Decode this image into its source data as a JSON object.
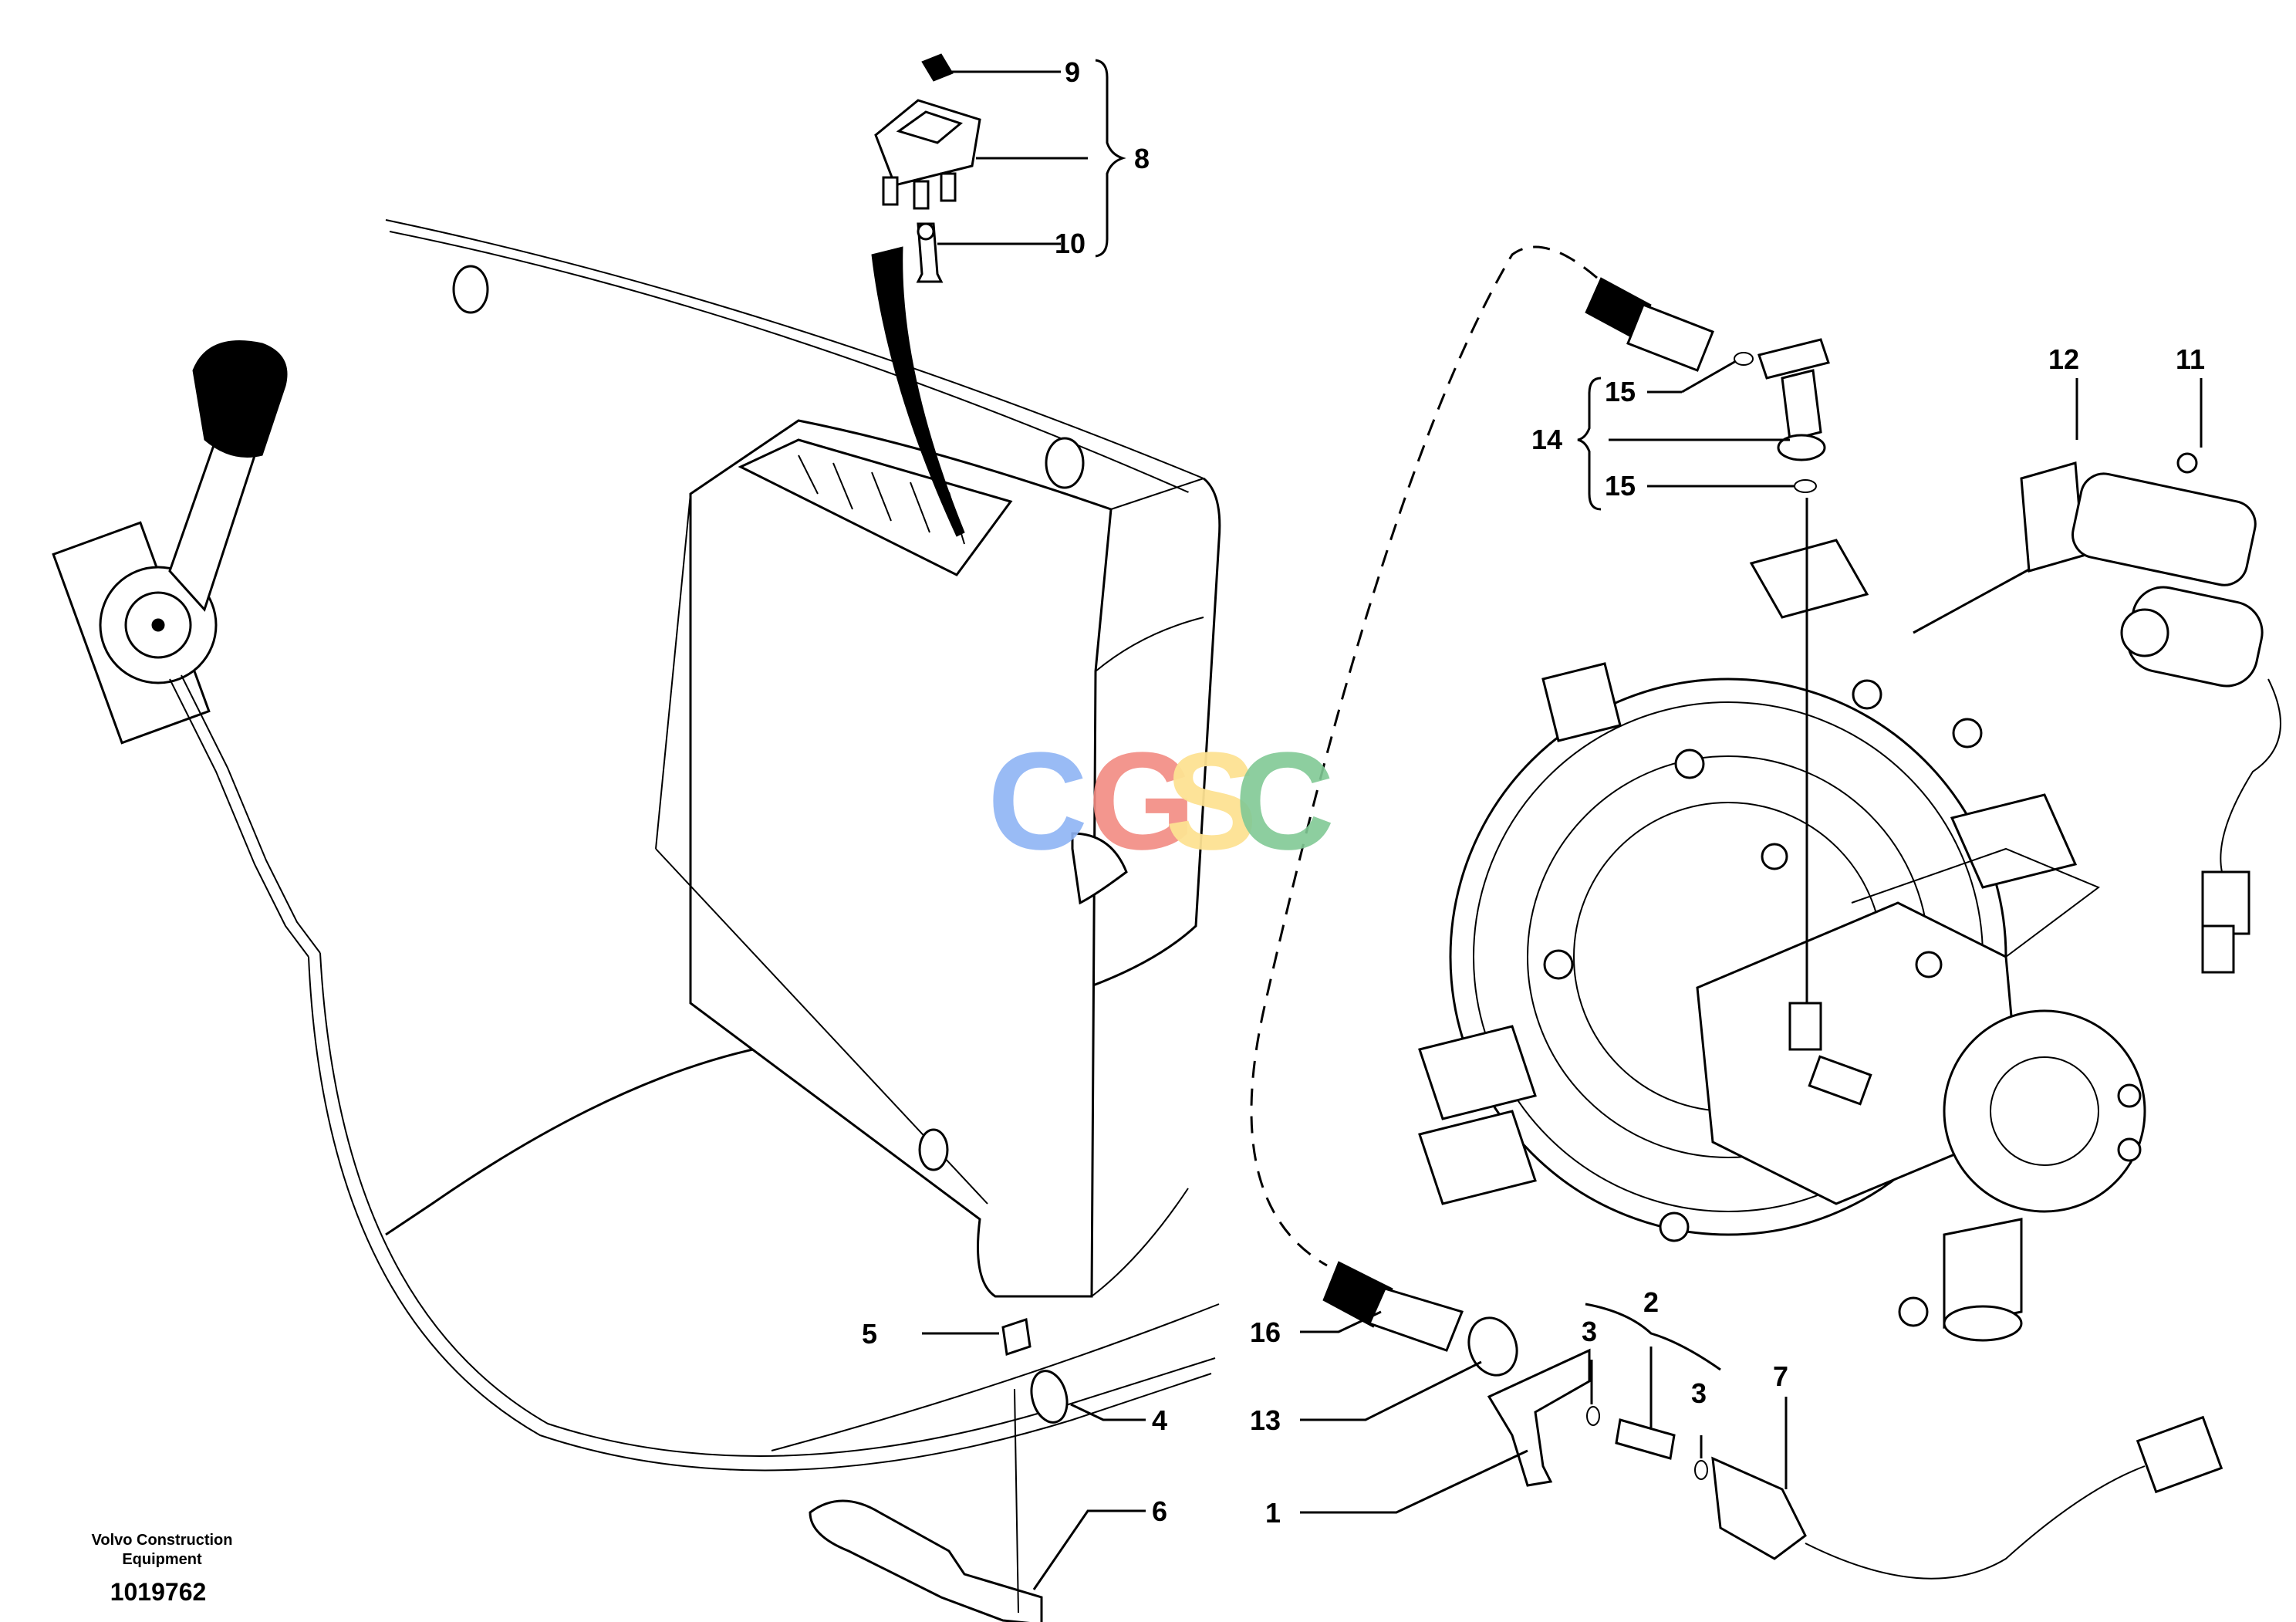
{
  "diagram": {
    "callouts": {
      "c1": "1",
      "c2": "2",
      "c3a": "3",
      "c3b": "3",
      "c4": "4",
      "c5": "5",
      "c6": "6",
      "c7": "7",
      "c8": "8",
      "c9": "9",
      "c10": "10",
      "c11": "11",
      "c12": "12",
      "c13": "13",
      "c14": "14",
      "c15a": "15",
      "c15b": "15",
      "c16": "16"
    },
    "watermark": {
      "c1": "C",
      "g": "G",
      "s": "S",
      "c2": "C",
      "colors": {
        "c1": "#8fb4f5",
        "g": "#f28b82",
        "s": "#fde293",
        "c2": "#81c995"
      }
    },
    "brand_line1": "Volvo Construction",
    "brand_line2": "Equipment",
    "document_number": "1019762"
  }
}
